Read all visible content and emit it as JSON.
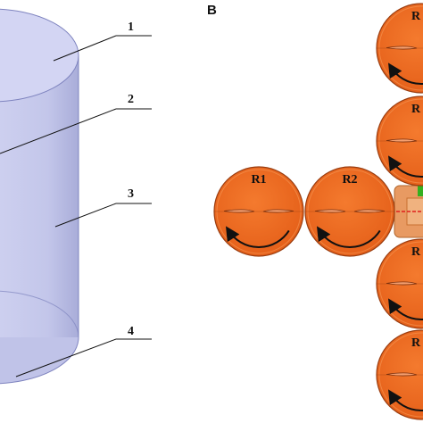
{
  "panel_a": {
    "callouts": [
      {
        "label": "1"
      },
      {
        "label": "2"
      },
      {
        "label": "3"
      },
      {
        "label": "4"
      }
    ]
  },
  "panel_b": {
    "letter": "B",
    "rotors_left": [
      "R1",
      "R2"
    ],
    "rotors_right": [
      "R",
      "R",
      "R",
      "R"
    ]
  },
  "colors": {
    "cylinder_fill": "#c5c8ec",
    "cylinder_top": "#cfd1f2",
    "cylinder_edge": "#7f84bf",
    "rotor_fill": "#ef6a22",
    "rotor_edge": "#9a3d10",
    "arrow": "#111111",
    "hub": "#e7a16d",
    "axis_red": "#e0201c",
    "axis_green": "#34b020"
  }
}
